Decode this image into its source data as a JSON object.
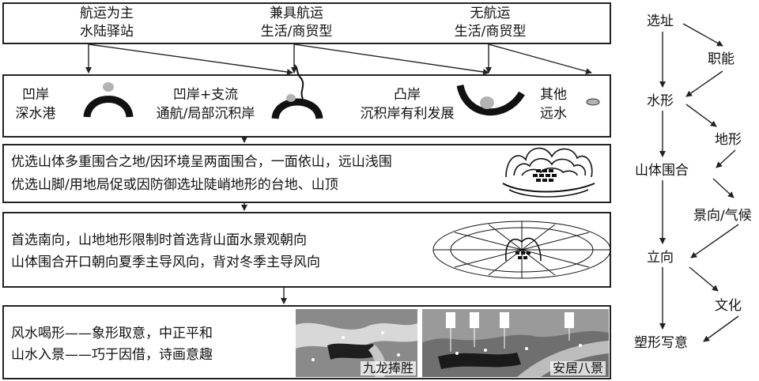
{
  "top_row": [
    {
      "line1": "航运为主",
      "line2": "水陆驿站"
    },
    {
      "line1": "兼具航运",
      "line2": "生活/商贸型"
    },
    {
      "line1": "无航运",
      "line2": "生活/商贸型"
    }
  ],
  "water_row": [
    {
      "line1": "凹岸",
      "line2": "深水港"
    },
    {
      "line1": "凹岸+支流",
      "line2": "通航/局部沉积岸"
    },
    {
      "line1": "凸岸",
      "line2": "沉积岸有利发展"
    },
    {
      "line1": "其他",
      "line2": "远水"
    }
  ],
  "mountain_row": {
    "line1": "优选山体多重围合之地/因环境呈两面围合，一面依山，远山浅围",
    "line2": "优选山脚/用地局促或因防御选址陡峭地形的台地、山顶"
  },
  "orientation_row": {
    "line1": "首选南向，山地地形限制时首选背山面水景观朝向",
    "line2": "山体围合开口朝向夏季主导风向，背对冬季主导风向"
  },
  "shape_row": {
    "line1": "风水喝形——象形取意，中正平和",
    "line2": "山水入景——巧于因借，诗画意趣",
    "map1_label": "九龙捧胜",
    "map2_label": "安居八景"
  },
  "side_flow": {
    "main": [
      "选址",
      "水形",
      "山体围合",
      "立向",
      "塑形写意"
    ],
    "factors": [
      "职能",
      "地形",
      "景向/气候",
      "文化"
    ]
  },
  "colors": {
    "line": "#222222",
    "site_dot": "#b3b3b3",
    "map_bg": "#7f7f7f"
  }
}
